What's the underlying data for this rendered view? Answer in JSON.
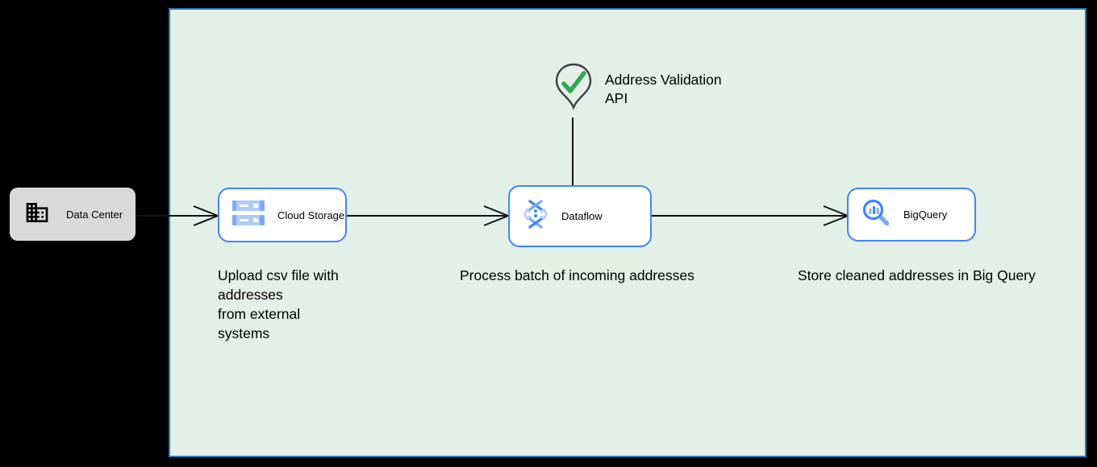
{
  "diagram": {
    "external_node": {
      "label": "Data Center"
    },
    "zone_nodes": [
      {
        "id": "cloud-storage",
        "label": "Cloud Storage"
      },
      {
        "id": "dataflow",
        "label": "Dataflow"
      },
      {
        "id": "bigquery",
        "label": "BigQuery"
      }
    ],
    "api_marker": {
      "line1": "Address Validation",
      "line2": "API"
    },
    "captions": {
      "cloud_storage_lines": [
        "Upload csv file with",
        "addresses",
        "from external",
        "systems"
      ],
      "dataflow": "Process batch of incoming addresses",
      "bigquery": "Store cleaned addresses in Big Query"
    },
    "colors": {
      "page_bg": "#000000",
      "zone_fill": "#E2F0E8",
      "zone_border": "#2E77B5",
      "node_border": "#4285F4",
      "node_fill": "#FFFFFF",
      "external_node_fill": "#D9D9D9",
      "connector": "#111111",
      "pin_outline": "#3C4043",
      "check_green": "#34A853",
      "icon_blue": "#4285F4",
      "icon_light_blue": "#AECBFA",
      "icon_mid_blue": "#7BAAF7"
    }
  }
}
